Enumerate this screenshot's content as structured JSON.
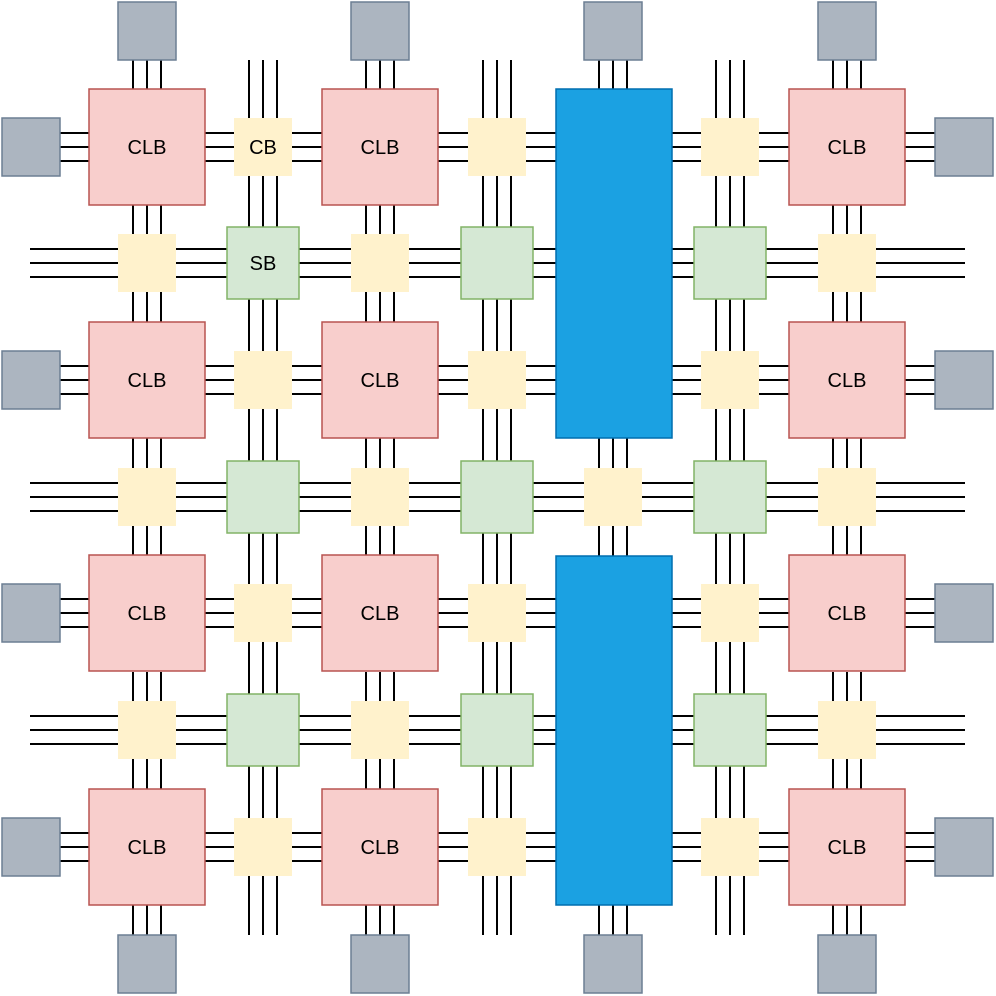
{
  "diagram": {
    "labels": {
      "clb": "CLB",
      "connection_box": "CB",
      "switch_box": "SB"
    },
    "colors": {
      "clb_fill": "#f8cecc",
      "clb_stroke": "#b85450",
      "cb_fill": "#fff2cc",
      "sb_fill": "#d5e8d4",
      "sb_stroke": "#82b366",
      "io_fill": "#acb5c0",
      "io_stroke": "#6c7f93",
      "hard_block_fill": "#1ba1e2",
      "hard_block_stroke": "#006eaf",
      "wire": "#000000"
    },
    "grid": {
      "clb_rows": 4,
      "clb_columns": 4,
      "hard_block_column": 3,
      "hard_blocks": 2
    }
  }
}
